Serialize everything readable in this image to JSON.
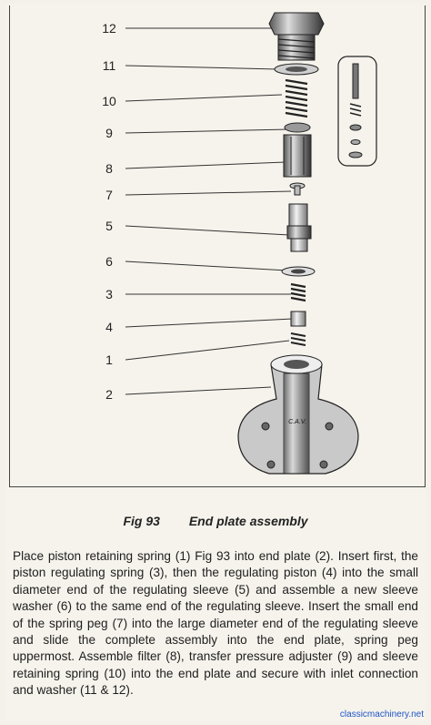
{
  "figure": {
    "callouts": [
      {
        "id": "c12",
        "label": "12"
      },
      {
        "id": "c11",
        "label": "11"
      },
      {
        "id": "c10",
        "label": "10"
      },
      {
        "id": "c9",
        "label": "9"
      },
      {
        "id": "c8",
        "label": "8"
      },
      {
        "id": "c7",
        "label": "7"
      },
      {
        "id": "c5",
        "label": "5"
      },
      {
        "id": "c6",
        "label": "6"
      },
      {
        "id": "c3",
        "label": "3"
      },
      {
        "id": "c4",
        "label": "4"
      },
      {
        "id": "c1",
        "label": "1"
      },
      {
        "id": "c2",
        "label": "2"
      }
    ],
    "casting_marking": "C.A.V."
  },
  "caption": {
    "number": "Fig 93",
    "title": "End plate assembly"
  },
  "body": {
    "paragraph": "Place piston retaining spring (1) Fig 93 into end plate (2). Insert first, the piston regulating spring (3), then the regulating piston (4) into the small diameter end of the regulating sleeve (5) and assemble a new sleeve washer (6) to the same end of the regulating sleeve. Insert the small end of the spring peg (7) into the large diameter end of the regulating sleeve and slide the complete assembly into the end plate, spring peg uppermost. Assemble filter (8), transfer pressure adjuster (9) and sleeve retaining spring (10) into the end plate and secure with inlet connection and washer (11 & 12)."
  },
  "watermark": "classicmachinery.net"
}
